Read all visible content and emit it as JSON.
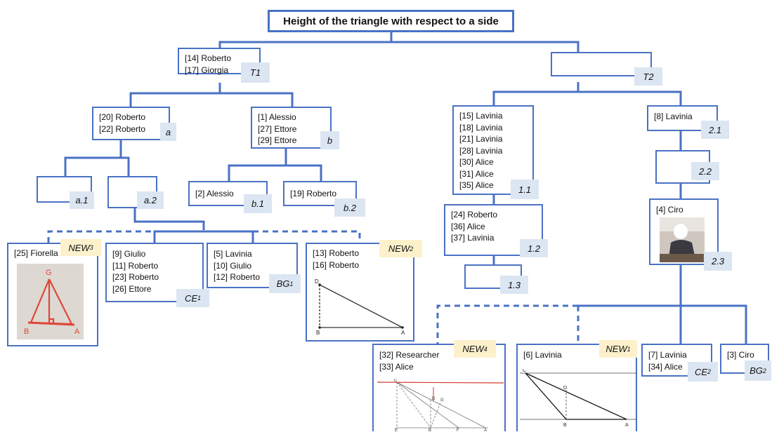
{
  "diagram": {
    "title": "Height of the triangle with respect to a side",
    "nodes": {
      "T1": {
        "lines": [
          "[14] Roberto",
          "[17] Giorgia"
        ],
        "tag": "T1"
      },
      "T2": {
        "lines": [],
        "tag": "T2"
      },
      "a": {
        "lines": [
          "[20] Roberto",
          "[22] Roberto"
        ],
        "tag": "a"
      },
      "b": {
        "lines": [
          "[1] Alessio",
          "[27] Ettore",
          "[29] Ettore"
        ],
        "tag": "b"
      },
      "a1": {
        "lines": [],
        "tag": "a.1"
      },
      "a2": {
        "lines": [],
        "tag": "a.2"
      },
      "b1": {
        "lines": [
          "[2] Alessio"
        ],
        "tag": "b.1"
      },
      "b2": {
        "lines": [
          "[19] Roberto"
        ],
        "tag": "b.2"
      },
      "NEW3": {
        "lines": [
          "[25] Fiorella"
        ],
        "tag": "NEW",
        "tag_sub": "3"
      },
      "CE1": {
        "lines": [
          "[9] Giulio",
          "[11] Roberto",
          "[23] Roberto",
          "[26] Ettore"
        ],
        "tag": "CE",
        "tag_sub": "1"
      },
      "BG1": {
        "lines": [
          "[5] Lavinia",
          "[10] Giulio",
          "[12] Roberto"
        ],
        "tag": "BG",
        "tag_sub": "1"
      },
      "NEW2": {
        "lines": [
          "[13] Roberto",
          "[16] Roberto"
        ],
        "tag": "NEW",
        "tag_sub": "2"
      },
      "n11": {
        "lines": [
          "[15] Lavinia",
          "[18] Lavinia",
          "[21] Lavinia",
          "[28] Lavinia",
          "[30] Alice",
          "[31] Alice",
          "[35] Alice"
        ],
        "tag": "1.1"
      },
      "n12": {
        "lines": [
          "[24] Roberto",
          "[36] Alice",
          "[37] Lavinia"
        ],
        "tag": "1.2"
      },
      "n13": {
        "lines": [],
        "tag": "1.3"
      },
      "n21": {
        "lines": [
          "[8] Lavinia"
        ],
        "tag": "2.1"
      },
      "n22": {
        "lines": [],
        "tag": "2.2"
      },
      "n23": {
        "lines": [
          "[4] Ciro"
        ],
        "tag": "2.3"
      },
      "NEW4": {
        "lines": [
          "[32] Researcher",
          "[33] Alice"
        ],
        "tag": "NEW",
        "tag_sub": "4"
      },
      "NEW1": {
        "lines": [
          "[6] Lavinia"
        ],
        "tag": "NEW",
        "tag_sub": "1"
      },
      "CE2": {
        "lines": [
          "[7] Lavinia",
          "[34] Alice"
        ],
        "tag": "CE",
        "tag_sub": "2"
      },
      "BG2": {
        "lines": [
          "[3] Ciro"
        ],
        "tag": "BG",
        "tag_sub": "2"
      }
    },
    "figures": {
      "fiorella": {
        "labels": [
          "G",
          "B",
          "A"
        ]
      },
      "new2": {
        "labels": [
          "D",
          "B",
          "A"
        ]
      },
      "new4": {
        "labels": [
          "C",
          "E",
          "B",
          "F",
          "A",
          "D",
          "G"
        ]
      },
      "new1": {
        "labels": [
          "C",
          "D",
          "B",
          "A"
        ]
      }
    },
    "colors": {
      "box_border": "#4a72c4",
      "tag_blue": "#dce6f2",
      "tag_new": "#fdf1cc"
    }
  }
}
